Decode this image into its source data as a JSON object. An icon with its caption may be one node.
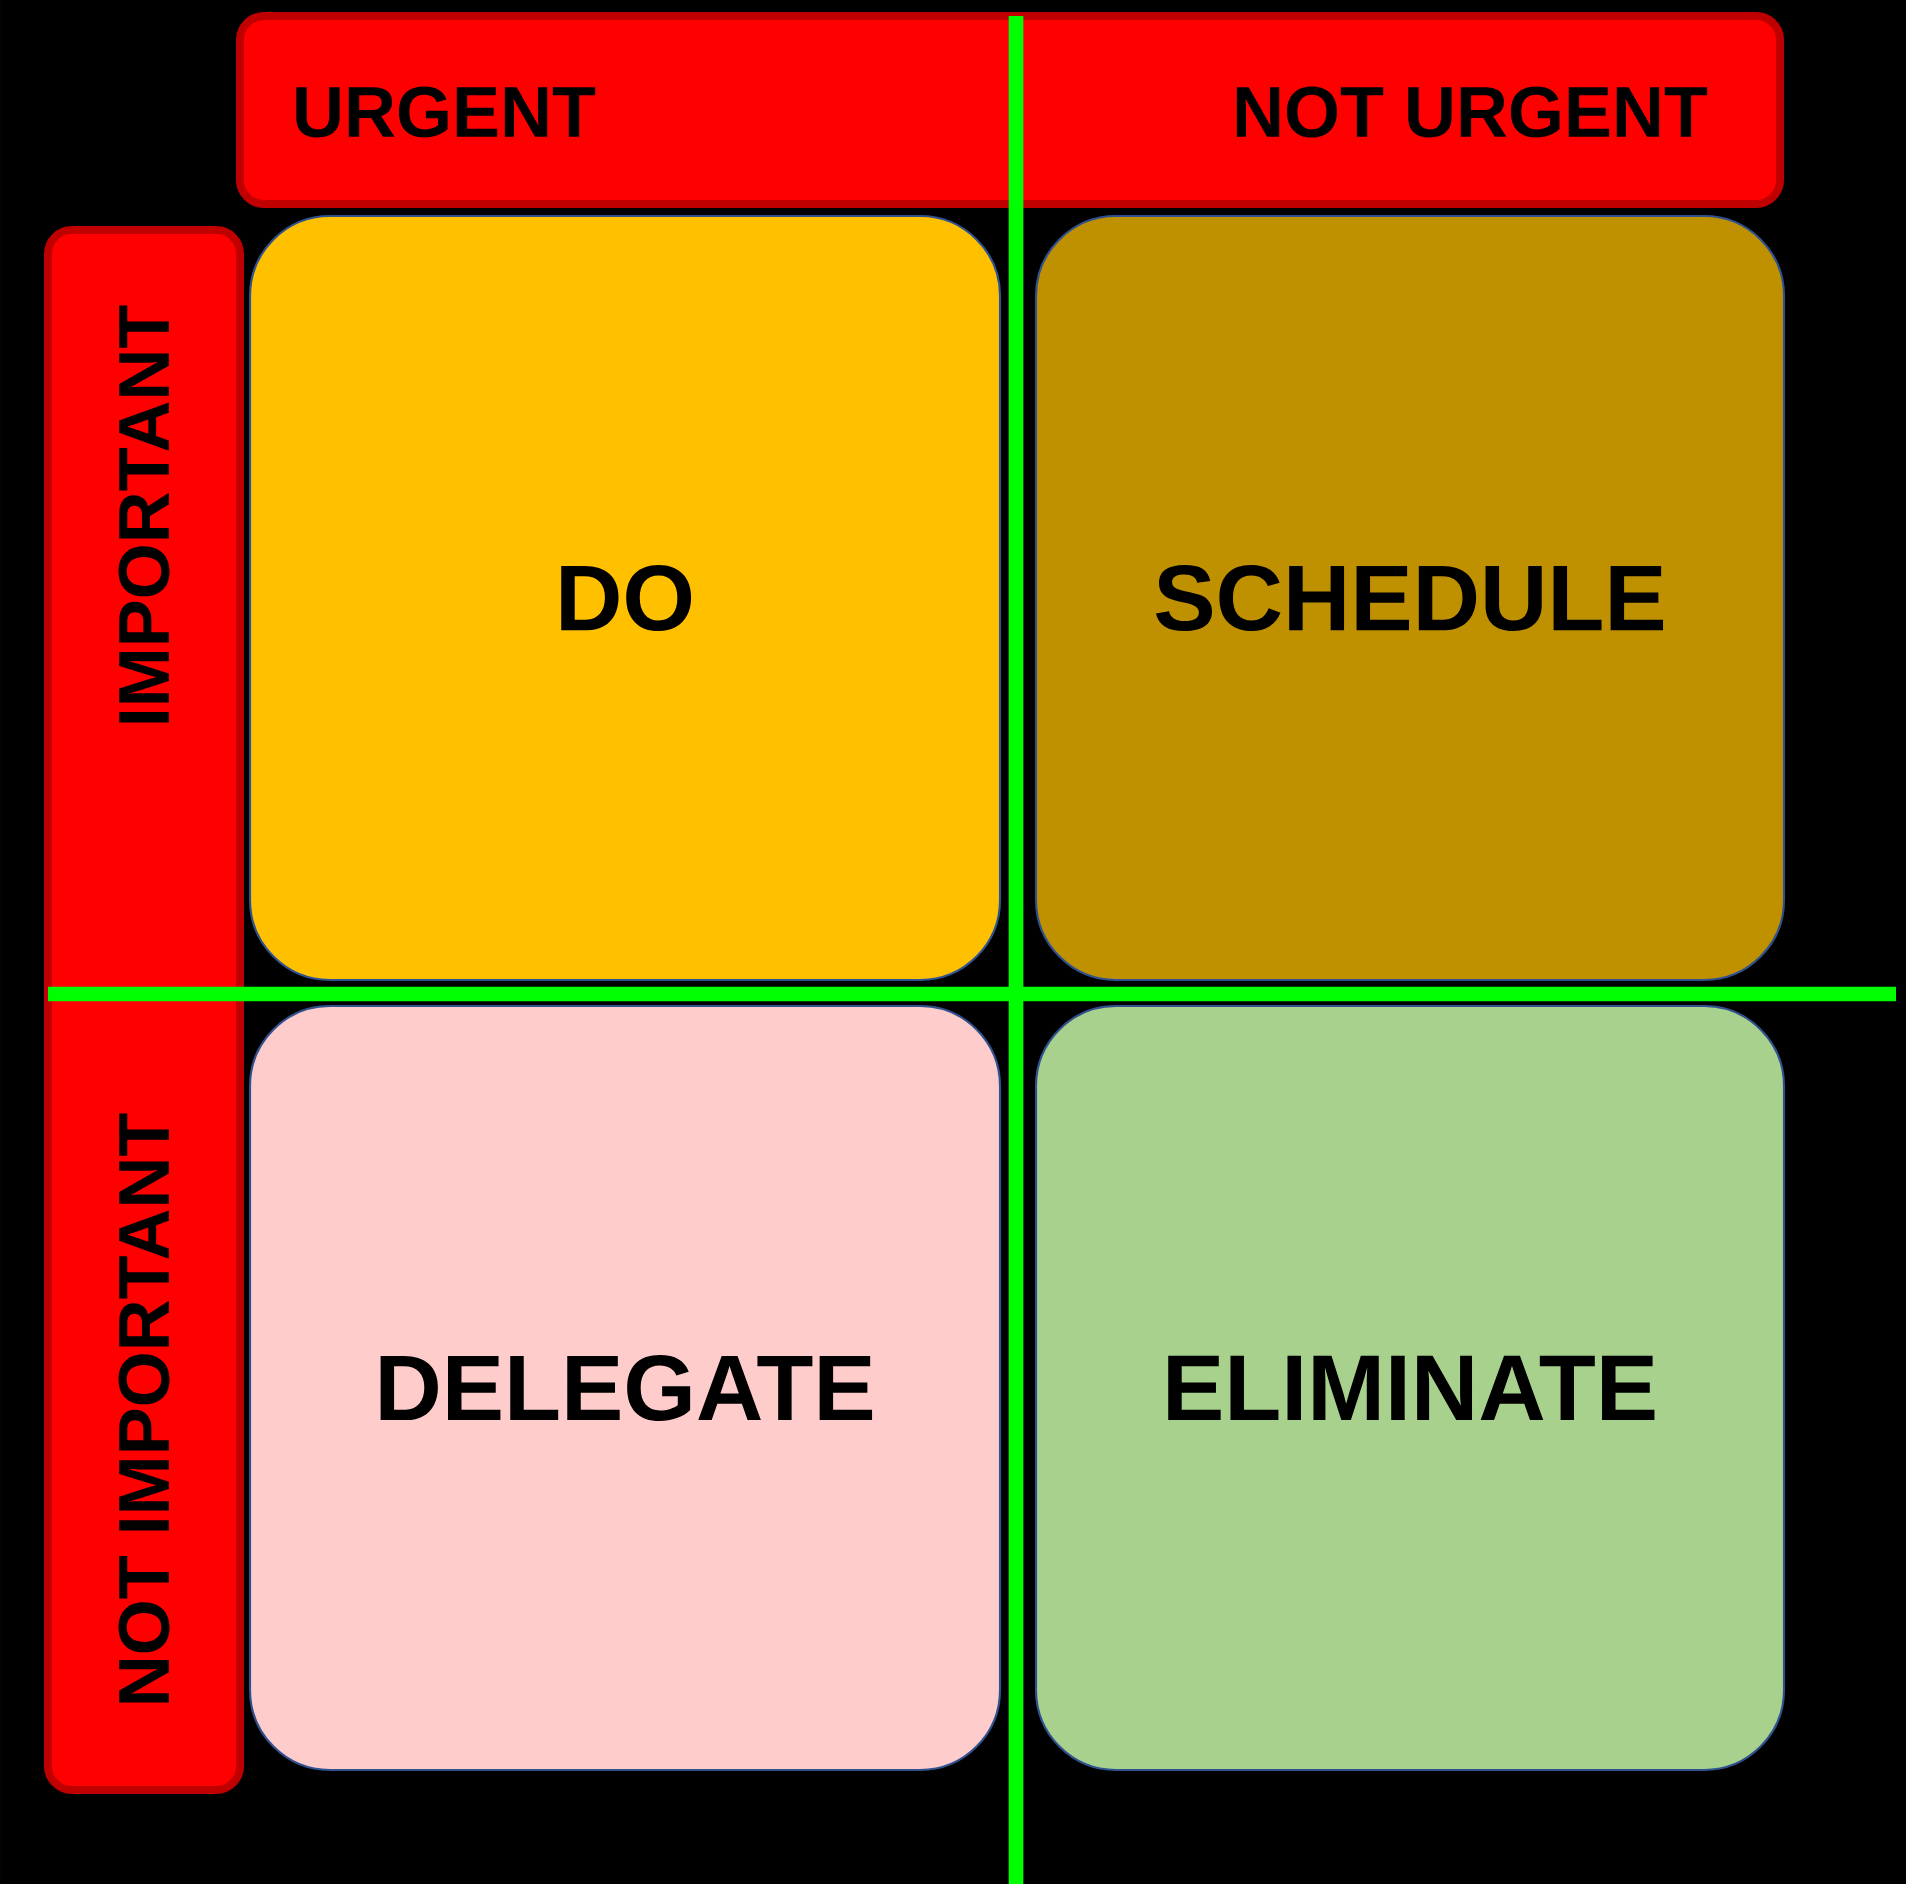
{
  "diagram": {
    "nodes": [
      {
        "text": [
          "URGENT",
          "NOT URGENT"
        ]
      },
      {
        "text": [
          "IMPORTANT",
          "NOT IMPORTANT"
        ]
      },
      {
        "text": [
          "DO"
        ]
      },
      {
        "text": [
          "SCHEDULE"
        ]
      },
      {
        "text": [
          "DELEGATE"
        ]
      },
      {
        "text": [
          "ELIMINATE"
        ]
      }
    ]
  }
}
